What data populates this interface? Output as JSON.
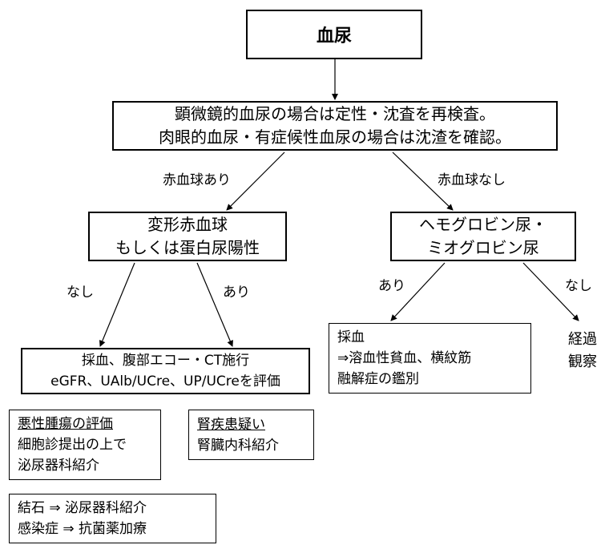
{
  "title": "血尿",
  "step1": {
    "line1": "顕微鏡的血尿の場合は定性・沈査を再検査。",
    "line2": "肉眼的血尿・有症候性血尿の場合は沈渣を確認。"
  },
  "branch_left_label": "赤血球あり",
  "branch_right_label": "赤血球なし",
  "dysmorphic": {
    "line1": "変形赤血球",
    "line2": "もしくは蛋白尿陽性"
  },
  "hemo": {
    "line1": "ヘモグロビン尿・",
    "line2": "ミオグロビン尿"
  },
  "dys_no_label": "なし",
  "dys_yes_label": "あり",
  "hemo_yes_label": "あり",
  "hemo_no_label": "なし",
  "workup": {
    "line1": "採血、腹部エコー・CT施行",
    "line2": "eGFR、UAlb/UCre、UP/UCreを評価"
  },
  "blood": {
    "line1": "採血",
    "line2": "⇒溶血性貧血、横紋筋",
    "line3": "融解症の鑑別"
  },
  "observe": {
    "line1": "経過",
    "line2": "観察"
  },
  "malignancy": {
    "heading": "悪性腫瘍の評価",
    "line1": "細胞診提出の上で",
    "line2": "泌尿器科紹介"
  },
  "renal": {
    "heading": "腎疾患疑い",
    "line1": "腎臓内科紹介"
  },
  "other": {
    "line1": "結石 ⇒ 泌尿器科紹介",
    "line2": "感染症 ⇒ 抗菌薬加療"
  }
}
